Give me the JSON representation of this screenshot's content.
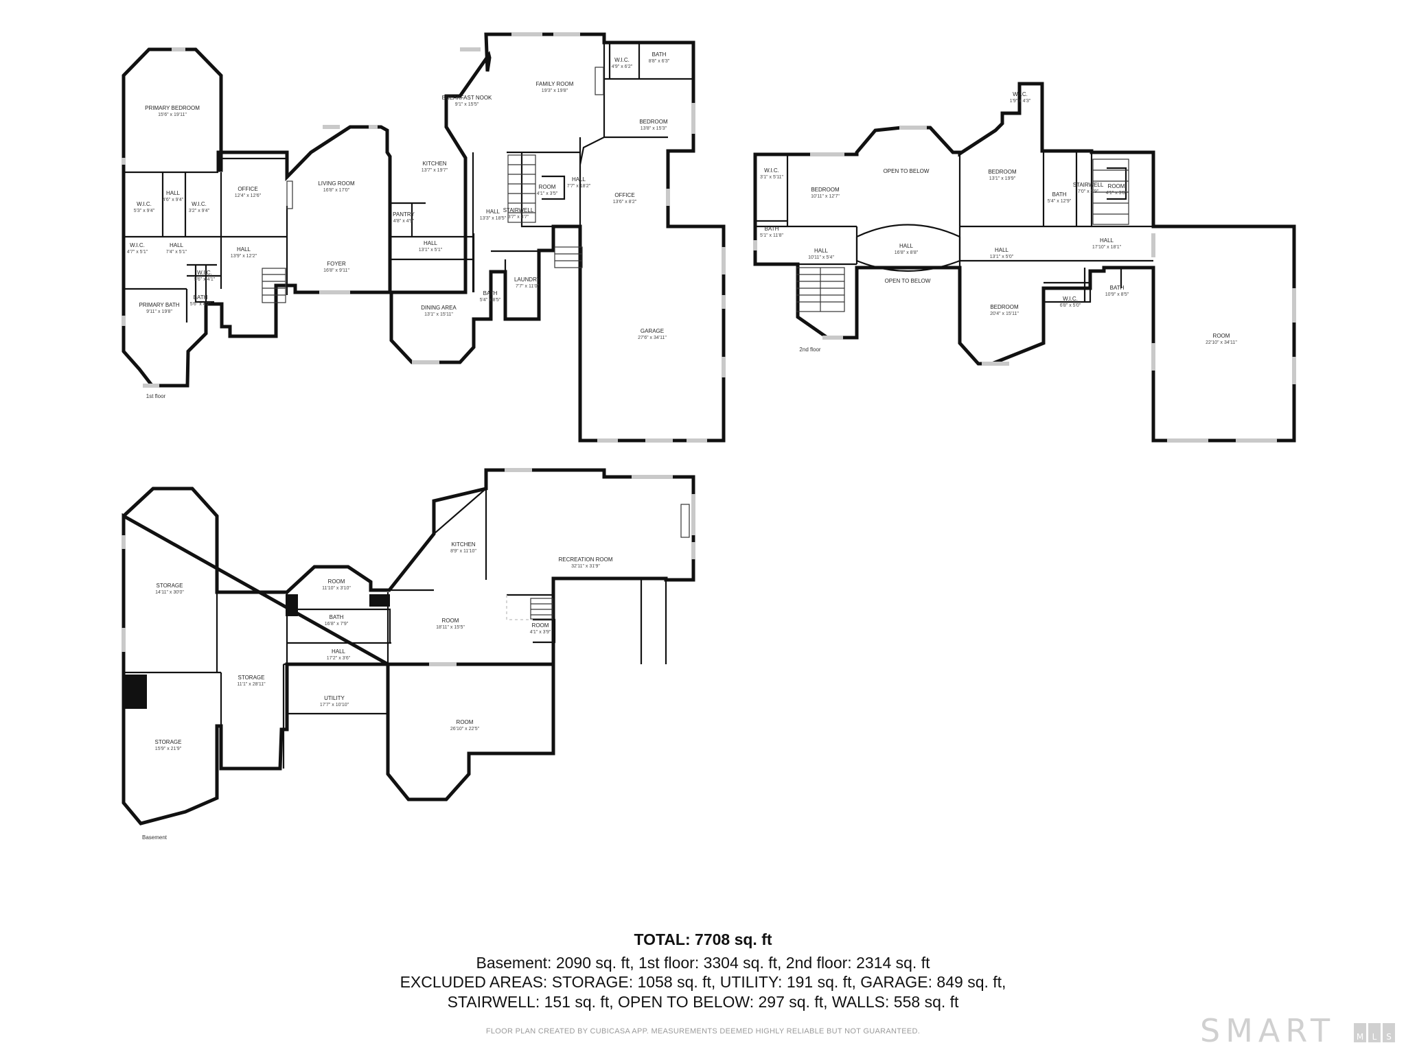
{
  "floors": {
    "first": {
      "label": "1st floor",
      "rooms": [
        {
          "id": "primary-bedroom",
          "name": "PRIMARY BEDROOM",
          "dim": "15'6\" x 19'11\""
        },
        {
          "id": "wic-1",
          "name": "W.I.C.",
          "dim": "5'3\" x 9'4\""
        },
        {
          "id": "hall-1",
          "name": "HALL",
          "dim": "4'6\" x 9'4\""
        },
        {
          "id": "wic-2",
          "name": "W.I.C.",
          "dim": "3'2\" x 9'4\""
        },
        {
          "id": "office-1",
          "name": "OFFICE",
          "dim": "12'4\" x 12'6\""
        },
        {
          "id": "wic-3",
          "name": "W.I.C.",
          "dim": "4'7\" x 5'1\""
        },
        {
          "id": "hall-2",
          "name": "HALL",
          "dim": "7'4\" x 5'1\""
        },
        {
          "id": "hall-3",
          "name": "HALL",
          "dim": "13'9\" x 12'2\""
        },
        {
          "id": "wic-4",
          "name": "W.I.C.",
          "dim": "5'6\" x 4'1\""
        },
        {
          "id": "bath-1",
          "name": "BATH",
          "dim": "5'6\" x 4'2\""
        },
        {
          "id": "primary-bath",
          "name": "PRIMARY BATH",
          "dim": "9'11\" x 19'8\""
        },
        {
          "id": "living-room",
          "name": "LIVING ROOM",
          "dim": "16'8\" x 17'0\""
        },
        {
          "id": "foyer",
          "name": "FOYER",
          "dim": "16'8\" x 9'11\""
        },
        {
          "id": "breakfast-nook",
          "name": "BREAKFAST NOOK",
          "dim": "9'1\" x 15'5\""
        },
        {
          "id": "family-room",
          "name": "FAMILY ROOM",
          "dim": "19'3\" x 19'8\""
        },
        {
          "id": "wic-5",
          "name": "W.I.C.",
          "dim": "4'9\" x 6'2\""
        },
        {
          "id": "bath-2",
          "name": "BATH",
          "dim": "8'8\" x 6'3\""
        },
        {
          "id": "bedroom-1",
          "name": "BEDROOM",
          "dim": "13'8\" x 15'3\""
        },
        {
          "id": "kitchen-1",
          "name": "KITCHEN",
          "dim": "13'7\" x 19'7\""
        },
        {
          "id": "pantry",
          "name": "PANTRY",
          "dim": "4'8\" x 4'9\""
        },
        {
          "id": "hall-4",
          "name": "HALL",
          "dim": "13'3\" x 18'5\""
        },
        {
          "id": "stairwell-1",
          "name": "STAIRWELL",
          "dim": "3'7\" x 3'7\""
        },
        {
          "id": "room-1",
          "name": "ROOM",
          "dim": "4'1\" x 3'5\""
        },
        {
          "id": "hall-5",
          "name": "HALL",
          "dim": "7'7\" x 18'2\""
        },
        {
          "id": "office-2",
          "name": "OFFICE",
          "dim": "13'6\" x 8'2\""
        },
        {
          "id": "hall-6",
          "name": "HALL",
          "dim": "13'1\" x 5'1\""
        },
        {
          "id": "dining-area",
          "name": "DINING AREA",
          "dim": "13'1\" x 15'11\""
        },
        {
          "id": "bath-3",
          "name": "BATH",
          "dim": "5'4\" x 8'5\""
        },
        {
          "id": "laundry",
          "name": "LAUNDRY",
          "dim": "7'7\" x 11'0\""
        },
        {
          "id": "garage",
          "name": "GARAGE",
          "dim": "27'6\" x 34'11\""
        }
      ]
    },
    "second": {
      "label": "2nd floor",
      "rooms": [
        {
          "id": "wic-s1",
          "name": "W.I.C.",
          "dim": "3'1\" x 5'11\""
        },
        {
          "id": "bedroom-s1",
          "name": "BEDROOM",
          "dim": "10'11\" x 12'7\""
        },
        {
          "id": "bath-s1",
          "name": "BATH",
          "dim": "5'1\" x 11'8\""
        },
        {
          "id": "hall-s1",
          "name": "HALL",
          "dim": "10'11\" x 5'4\""
        },
        {
          "id": "open-below-1",
          "name": "OPEN TO BELOW",
          "dim": ""
        },
        {
          "id": "hall-s2",
          "name": "HALL",
          "dim": "16'8\" x 8'8\""
        },
        {
          "id": "open-below-2",
          "name": "OPEN TO BELOW",
          "dim": ""
        },
        {
          "id": "wic-s2",
          "name": "W.I.C.",
          "dim": "1'9\" x 4'3\""
        },
        {
          "id": "bedroom-s2",
          "name": "BEDROOM",
          "dim": "13'1\" x 19'9\""
        },
        {
          "id": "hall-s3",
          "name": "HALL",
          "dim": "13'1\" x 5'0\""
        },
        {
          "id": "bath-s2",
          "name": "BATH",
          "dim": "5'4\" x 12'9\""
        },
        {
          "id": "stairwell-s",
          "name": "STAIRWELL",
          "dim": "7'0\" x 5'9\""
        },
        {
          "id": "room-s1",
          "name": "ROOM",
          "dim": "4'1\" x 3'8\""
        },
        {
          "id": "hall-s4",
          "name": "HALL",
          "dim": "17'10\" x 18'1\""
        },
        {
          "id": "bedroom-s3",
          "name": "BEDROOM",
          "dim": "20'4\" x 15'11\""
        },
        {
          "id": "wic-s3",
          "name": "W.I.C.",
          "dim": "6'8\" x 5'0\""
        },
        {
          "id": "bath-s3",
          "name": "BATH",
          "dim": "10'9\" x 8'5\""
        },
        {
          "id": "room-s2",
          "name": "ROOM",
          "dim": "22'10\" x 34'11\""
        }
      ]
    },
    "basement": {
      "label": "Basement",
      "rooms": [
        {
          "id": "storage-b1",
          "name": "STORAGE",
          "dim": "14'11\" x 30'0\""
        },
        {
          "id": "storage-b2",
          "name": "STORAGE",
          "dim": "11'1\" x 28'11\""
        },
        {
          "id": "storage-b3",
          "name": "STORAGE",
          "dim": "15'9\" x 21'9\""
        },
        {
          "id": "room-b1",
          "name": "ROOM",
          "dim": "11'10\" x 3'10\""
        },
        {
          "id": "bath-b",
          "name": "BATH",
          "dim": "16'8\" x 7'9\""
        },
        {
          "id": "hall-b",
          "name": "HALL",
          "dim": "17'2\" x 3'6\""
        },
        {
          "id": "utility",
          "name": "UTILITY",
          "dim": "17'7\" x 10'10\""
        },
        {
          "id": "kitchen-b",
          "name": "KITCHEN",
          "dim": "8'9\" x 11'10\""
        },
        {
          "id": "recreation-room",
          "name": "RECREATION ROOM",
          "dim": "32'11\" x 31'9\""
        },
        {
          "id": "room-b2",
          "name": "ROOM",
          "dim": "18'11\" x 15'5\""
        },
        {
          "id": "room-b3",
          "name": "ROOM",
          "dim": "4'1\" x 3'9\""
        },
        {
          "id": "room-b4",
          "name": "ROOM",
          "dim": "26'10\" x 22'5\""
        }
      ]
    }
  },
  "summary": {
    "total": "TOTAL: 7708 sq. ft",
    "line1": "Basement: 2090 sq. ft, 1st floor: 3304 sq. ft, 2nd floor: 2314 sq. ft",
    "line2": "EXCLUDED AREAS: STORAGE: 1058 sq. ft, UTILITY: 191 sq. ft, GARAGE: 849 sq. ft,",
    "line3": "STAIRWELL: 151 sq. ft, OPEN TO BELOW: 297 sq. ft, WALLS: 558 sq. ft",
    "disclaimer": "FLOOR PLAN CREATED BY CUBICASA APP. MEASUREMENTS DEEMED HIGHLY RELIABLE BUT NOT GUARANTEED."
  },
  "brand": {
    "wordmark": "SMART",
    "mls_letters": [
      "M",
      "L",
      "S"
    ]
  },
  "colors": {
    "wall": "#111111",
    "window": "#c9c9c9",
    "text": "#111111",
    "disclaimer": "#9a9a9a",
    "brand": "#d0d0d0"
  }
}
